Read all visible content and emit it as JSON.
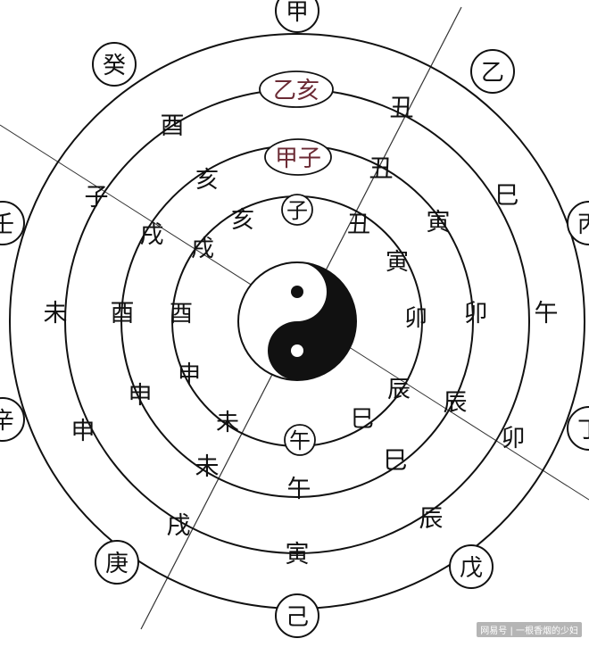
{
  "outer_badges": [
    "甲",
    "乙",
    "丙",
    "丁",
    "戊",
    "己",
    "庚",
    "辛",
    "壬",
    "癸"
  ],
  "ring4": [
    "酉",
    "子",
    "未",
    "申",
    "戌",
    "寅",
    "辰",
    "卯",
    "午",
    "巳",
    "丑"
  ],
  "ring3": [
    "戌",
    "酉",
    "申",
    "未",
    "午",
    "巳",
    "辰",
    "卯",
    "寅",
    "丑"
  ],
  "ring2": [
    "亥",
    "戌",
    "酉",
    "申",
    "未",
    "巳",
    "辰",
    "卯",
    "寅",
    "丑"
  ],
  "ring1": [
    "亥",
    "戌",
    "酉",
    "申",
    "未",
    "巳",
    "辰",
    "卯",
    "寅",
    "丑"
  ],
  "ovals": [
    "乙亥",
    "甲子"
  ],
  "small_badges": [
    "子",
    "午"
  ],
  "watermark": "网易号 | 一根香烟的少妇",
  "colors": {
    "ink": "#111111",
    "oval_text": "#6b2a34"
  }
}
